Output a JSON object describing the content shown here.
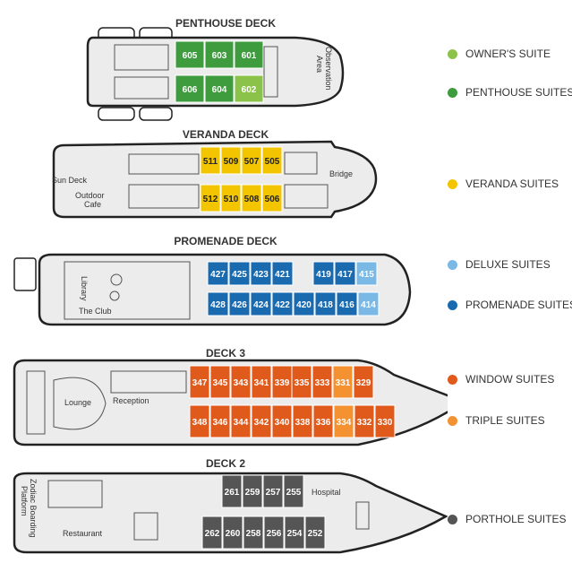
{
  "colors": {
    "owners": "#8bc34a",
    "penthouse": "#3e9b3e",
    "veranda": "#f2c500",
    "deluxe": "#7ab8e6",
    "promenade": "#1a6ab0",
    "window": "#e05a1c",
    "triple": "#f49232",
    "porthole": "#555555",
    "hull": "#ececec",
    "outline": "#222222"
  },
  "decks": [
    {
      "id": "penthouse",
      "title": "PENTHOUSE DECK",
      "areas": [
        "Observation",
        "Area"
      ],
      "cabins": [
        {
          "num": "605",
          "cat": "penthouse"
        },
        {
          "num": "603",
          "cat": "penthouse"
        },
        {
          "num": "601",
          "cat": "penthouse"
        },
        {
          "num": "606",
          "cat": "penthouse"
        },
        {
          "num": "604",
          "cat": "penthouse"
        },
        {
          "num": "602",
          "cat": "owners"
        }
      ]
    },
    {
      "id": "veranda",
      "title": "VERANDA DECK",
      "areas": [
        "Sun Deck",
        "Outdoor",
        "Cafe",
        "Bridge"
      ],
      "cabins": [
        {
          "num": "511",
          "cat": "veranda"
        },
        {
          "num": "509",
          "cat": "veranda"
        },
        {
          "num": "507",
          "cat": "veranda"
        },
        {
          "num": "505",
          "cat": "veranda"
        },
        {
          "num": "512",
          "cat": "veranda"
        },
        {
          "num": "510",
          "cat": "veranda"
        },
        {
          "num": "508",
          "cat": "veranda"
        },
        {
          "num": "506",
          "cat": "veranda"
        }
      ]
    },
    {
      "id": "promenade",
      "title": "PROMENADE DECK",
      "areas": [
        "Library",
        "The Club"
      ],
      "cabins": [
        {
          "num": "427",
          "cat": "promenade"
        },
        {
          "num": "425",
          "cat": "promenade"
        },
        {
          "num": "423",
          "cat": "promenade"
        },
        {
          "num": "421",
          "cat": "promenade"
        },
        {
          "num": "419",
          "cat": "promenade"
        },
        {
          "num": "417",
          "cat": "promenade"
        },
        {
          "num": "415",
          "cat": "deluxe"
        },
        {
          "num": "428",
          "cat": "promenade"
        },
        {
          "num": "426",
          "cat": "promenade"
        },
        {
          "num": "424",
          "cat": "promenade"
        },
        {
          "num": "422",
          "cat": "promenade"
        },
        {
          "num": "420",
          "cat": "promenade"
        },
        {
          "num": "418",
          "cat": "promenade"
        },
        {
          "num": "416",
          "cat": "promenade"
        },
        {
          "num": "414",
          "cat": "deluxe"
        }
      ]
    },
    {
      "id": "deck3",
      "title": "DECK 3",
      "areas": [
        "Lounge",
        "Reception"
      ],
      "cabins": [
        {
          "num": "347",
          "cat": "window"
        },
        {
          "num": "345",
          "cat": "window"
        },
        {
          "num": "343",
          "cat": "window"
        },
        {
          "num": "341",
          "cat": "window"
        },
        {
          "num": "339",
          "cat": "window"
        },
        {
          "num": "335",
          "cat": "window"
        },
        {
          "num": "333",
          "cat": "window"
        },
        {
          "num": "331",
          "cat": "triple"
        },
        {
          "num": "329",
          "cat": "window"
        },
        {
          "num": "348",
          "cat": "window"
        },
        {
          "num": "346",
          "cat": "window"
        },
        {
          "num": "344",
          "cat": "window"
        },
        {
          "num": "342",
          "cat": "window"
        },
        {
          "num": "340",
          "cat": "window"
        },
        {
          "num": "338",
          "cat": "window"
        },
        {
          "num": "336",
          "cat": "window"
        },
        {
          "num": "334",
          "cat": "triple"
        },
        {
          "num": "332",
          "cat": "window"
        },
        {
          "num": "330",
          "cat": "window"
        }
      ]
    },
    {
      "id": "deck2",
      "title": "DECK 2",
      "areas": [
        "Zodiac Boarding",
        "Platform",
        "Restaurant",
        "Hospital"
      ],
      "cabins": [
        {
          "num": "261",
          "cat": "porthole"
        },
        {
          "num": "259",
          "cat": "porthole"
        },
        {
          "num": "257",
          "cat": "porthole"
        },
        {
          "num": "255",
          "cat": "porthole"
        },
        {
          "num": "262",
          "cat": "porthole"
        },
        {
          "num": "260",
          "cat": "porthole"
        },
        {
          "num": "258",
          "cat": "porthole"
        },
        {
          "num": "256",
          "cat": "porthole"
        },
        {
          "num": "254",
          "cat": "porthole"
        },
        {
          "num": "252",
          "cat": "porthole"
        }
      ]
    }
  ],
  "legend": [
    {
      "cat": "owners",
      "label": "OWNER'S SUITE"
    },
    {
      "cat": "penthouse",
      "label": "PENTHOUSE SUITES"
    },
    {
      "cat": "veranda",
      "label": "VERANDA SUITES"
    },
    {
      "cat": "deluxe",
      "label": "DELUXE SUITES"
    },
    {
      "cat": "promenade",
      "label": "PROMENADE SUITES"
    },
    {
      "cat": "window",
      "label": "WINDOW SUITES"
    },
    {
      "cat": "triple",
      "label": "TRIPLE SUITES"
    },
    {
      "cat": "porthole",
      "label": "PORTHOLE SUITES"
    }
  ]
}
